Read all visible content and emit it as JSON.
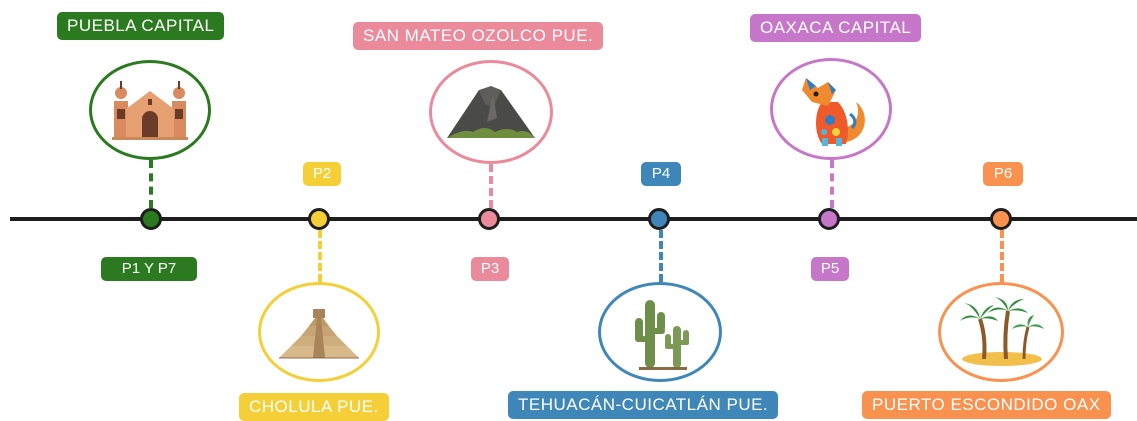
{
  "colors": {
    "green": "#2b7a1f",
    "yellow": "#f5cf37",
    "pink": "#ea8a9b",
    "blue": "#3f87b8",
    "purple": "#c677c9",
    "orange": "#f9914f",
    "line": "#1e1e1e"
  },
  "stops": [
    {
      "code": "P1 Y P7",
      "place": "PUEBLA CAPITAL",
      "icon": "church-icon"
    },
    {
      "code": "P2",
      "place": "CHOLULA PUE.",
      "icon": "pyramid-icon"
    },
    {
      "code": "P3",
      "place": "SAN MATEO OZOLCO PUE.",
      "icon": "volcano-icon"
    },
    {
      "code": "P4",
      "place": "TEHUACÁN-CUICATLÁN PUE.",
      "icon": "cactus-icon"
    },
    {
      "code": "P5",
      "place": "OAXACA CAPITAL",
      "icon": "alebrije-fox-icon"
    },
    {
      "code": "P6",
      "place": "PUERTO ESCONDIDO OAX",
      "icon": "palm-island-icon"
    }
  ]
}
